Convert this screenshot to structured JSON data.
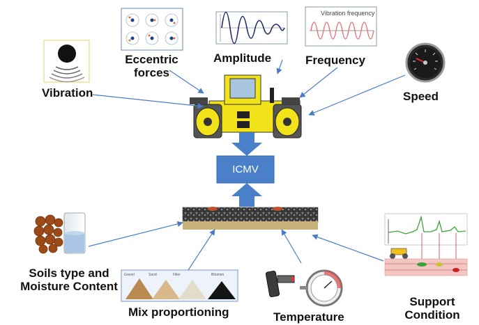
{
  "labels": {
    "vibration": "Vibration",
    "eccentric_line1": "Eccentric",
    "eccentric_line2": "forces",
    "amplitude": "Amplitude",
    "frequency": "Frequency",
    "speed": "Speed",
    "icmv": "ICMV",
    "soils_line1": "Soils type and",
    "soils_line2": "Moisture Content",
    "mix": "Mix proportioning",
    "temperature": "Temperature",
    "support_line1": "Support",
    "support_line2": "Condition"
  },
  "inset_text": {
    "frequency_chart_title": "Vibration frequency"
  },
  "colors": {
    "arrow_blue": "#4a7cc7",
    "icmv_box": "#4a7fc9",
    "roller_yellow": "#f2e21a",
    "amplitude_wave": "#1f2a6b",
    "frequency_wave": "#e8747a",
    "support_line": "#3aa33a"
  },
  "icons": {
    "vibration": "vibrating-drum-icon",
    "eccentric": "eccentric-force-grid-icon",
    "amplitude": "decaying-wave-icon",
    "frequency": "sine-wave-icon",
    "speed": "speedometer-icon",
    "roller": "double-drum-roller-icon",
    "soils": "soil-and-water-sample-icon",
    "mix": "aggregate-piles-icon",
    "temperature": "thermometer-icon",
    "support": "subgrade-profile-icon",
    "pavement": "pavement-layer-icon"
  }
}
